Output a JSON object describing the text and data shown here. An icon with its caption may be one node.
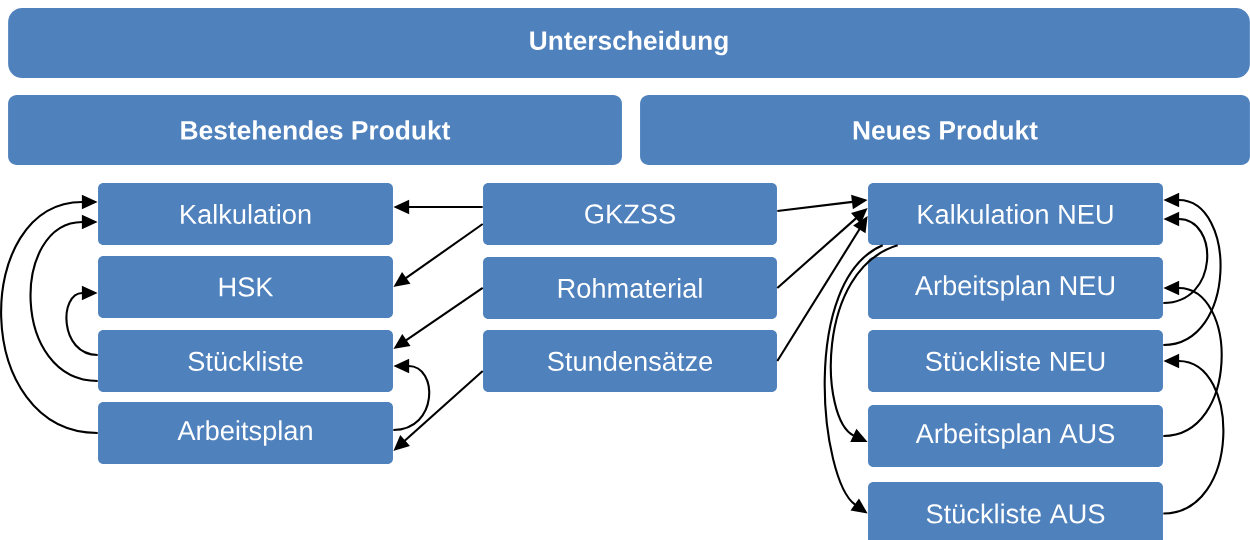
{
  "diagram": {
    "nodes": [
      {
        "text": [
          "Unterscheidung"
        ]
      },
      {
        "text": [
          "Bestehendes Produkt"
        ]
      },
      {
        "text": [
          "Neues Produkt"
        ]
      },
      {
        "text": [
          "Kalkulation"
        ]
      },
      {
        "text": [
          "HSK"
        ]
      },
      {
        "text": [
          "Stückliste"
        ]
      },
      {
        "text": [
          "Arbeitsplan"
        ]
      },
      {
        "text": [
          "GKZSS"
        ]
      },
      {
        "text": [
          "Rohmaterial"
        ]
      },
      {
        "text": [
          "Stundensätze"
        ]
      },
      {
        "text": [
          "Kalkulation NEU"
        ]
      },
      {
        "text": [
          "Arbeitsplan NEU"
        ]
      },
      {
        "text": [
          "Stückliste NEU"
        ]
      },
      {
        "text": [
          "Arbeitsplan AUS"
        ]
      },
      {
        "text": [
          "Stückliste AUS"
        ]
      }
    ],
    "edges": [
      {
        "from": 7,
        "to": 3,
        "arrow": "to"
      },
      {
        "from": 7,
        "to": 4,
        "arrow": "to"
      },
      {
        "from": 8,
        "to": 5,
        "arrow": "to"
      },
      {
        "from": 9,
        "to": 6,
        "arrow": "to"
      },
      {
        "from": 7,
        "to": 10,
        "arrow": "to"
      },
      {
        "from": 8,
        "to": 10,
        "arrow": "to"
      },
      {
        "from": 9,
        "to": 10,
        "arrow": "to"
      },
      {
        "from": 5,
        "to": 4,
        "arrow": "to"
      },
      {
        "from": 5,
        "to": 3,
        "arrow": "to"
      },
      {
        "from": 6,
        "to": 3,
        "arrow": "to"
      },
      {
        "from": 6,
        "to": 5,
        "arrow": "to"
      },
      {
        "from": 10,
        "to": 13,
        "arrow": "to"
      },
      {
        "from": 10,
        "to": 14,
        "arrow": "to"
      },
      {
        "from": 11,
        "to": 10,
        "arrow": "to"
      },
      {
        "from": 12,
        "to": 10,
        "arrow": "to"
      },
      {
        "from": 13,
        "to": 11,
        "arrow": "to"
      },
      {
        "from": 14,
        "to": 12,
        "arrow": "to"
      }
    ]
  }
}
